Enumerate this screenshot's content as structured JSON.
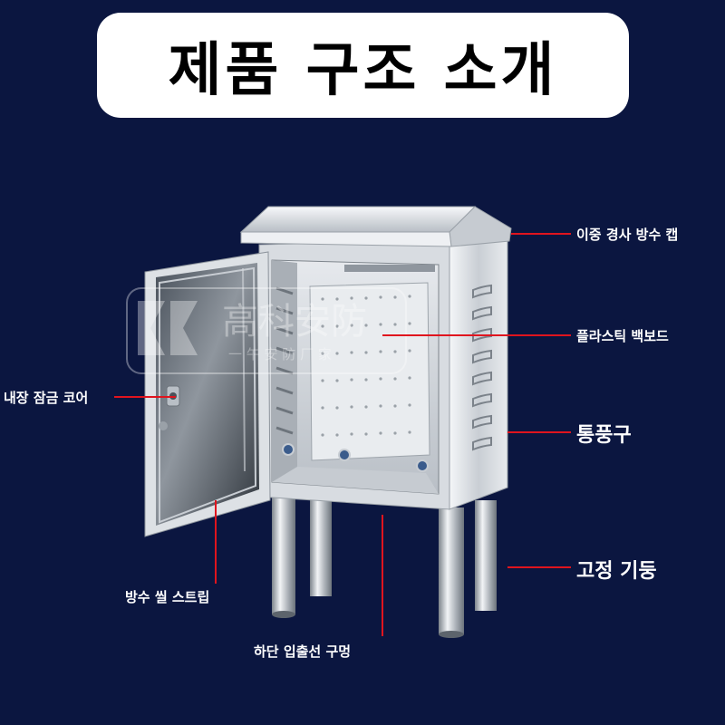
{
  "title": "제품 구조 소개",
  "watermark": {
    "brand": "高科安防",
    "tagline": "一 午 安 防 厂 家"
  },
  "callouts": {
    "cap": "이중 경사 방수 캡",
    "backboard": "플라스틱 백보드",
    "lock": "내장 잠금 코어",
    "vent": "통풍구",
    "legs": "고정 기둥",
    "seal": "방수 씰 스트립",
    "bottom_hole": "하단 입출선 구멍"
  },
  "colors": {
    "background": "#0b1640",
    "title_box": "#ffffff",
    "leader_line": "#e0141e",
    "steel_light": "#dfe3e8",
    "steel_dark": "#8d949c"
  }
}
